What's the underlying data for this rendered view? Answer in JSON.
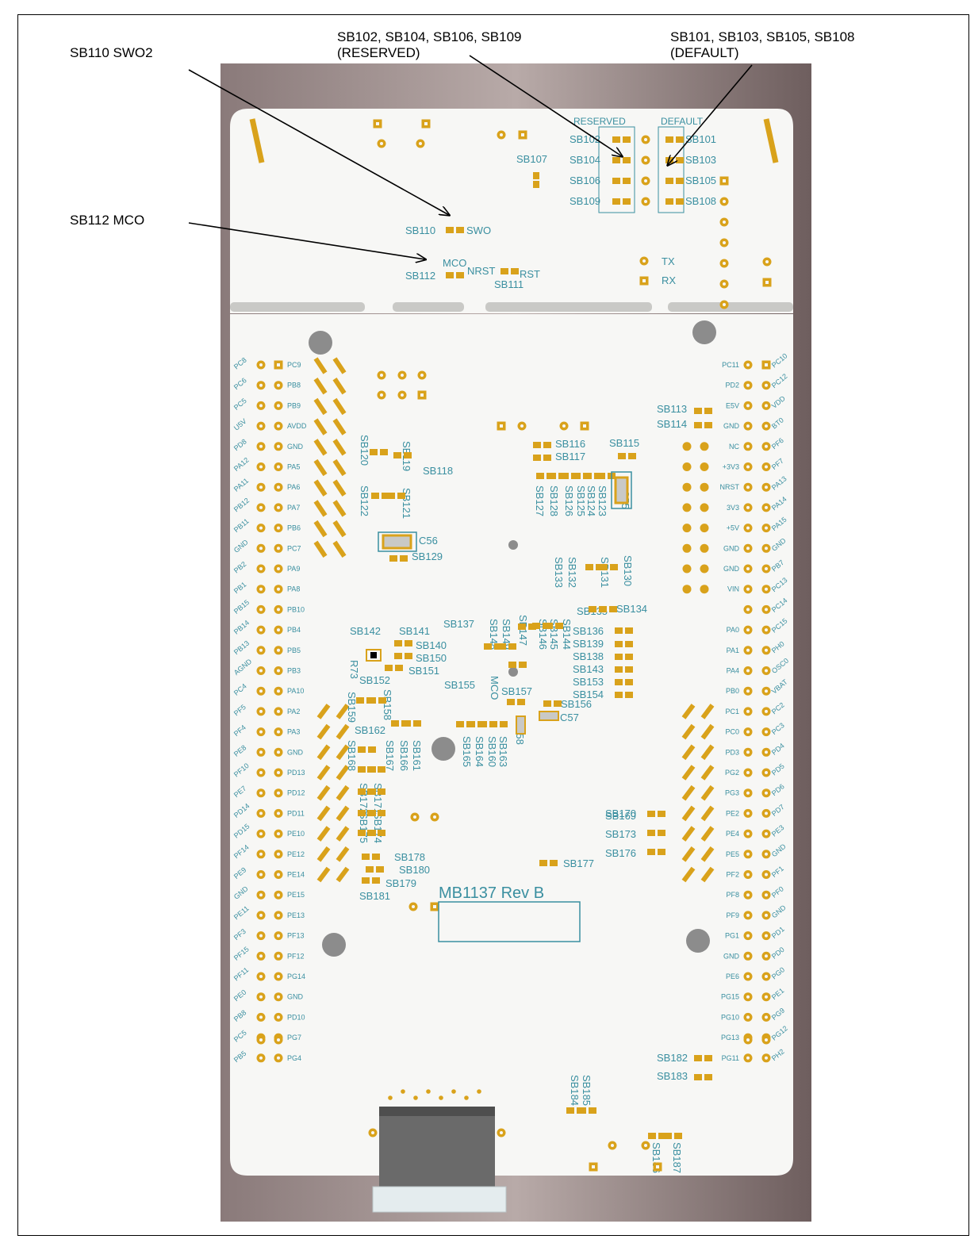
{
  "callouts": {
    "swo2": "SB110 SWO2",
    "mco": "SB112 MCO",
    "reserved_line1": "SB102, SB104, SB106, SB109",
    "reserved_line2": "(RESERVED)",
    "default_line1": "SB101, SB103, SB105, SB108",
    "default_line2": "(DEFAULT)"
  },
  "board": {
    "model_label": "MB1137 Rev B",
    "header_labels": {
      "reserved": "RESERVED",
      "default": "DEFAULT"
    },
    "reserved_sb": [
      "SB102",
      "SB104",
      "SB106",
      "SB109"
    ],
    "default_sb": [
      "SB101",
      "SB103",
      "SB105",
      "SB108"
    ],
    "top_labels": [
      "SB107",
      "SB110",
      "SWO",
      "MCO",
      "SB112",
      "NRST",
      "RST",
      "SB111",
      "TX",
      "RX"
    ],
    "left_outer_pins": [
      "PC8",
      "PC6",
      "PC5",
      "U5V",
      "PD8",
      "PA12",
      "PA11",
      "PB12",
      "PB11",
      "GND",
      "PB2",
      "PB1",
      "PB15",
      "PB14",
      "PB13",
      "AGND",
      "PC4",
      "PF5",
      "PF4",
      "PE8",
      "PF10",
      "PE7",
      "PD14",
      "PD15",
      "PF14",
      "PE9",
      "GND",
      "PE11",
      "PF3",
      "PF15",
      "PF11",
      "PE0",
      "PB8",
      "PC5",
      "PB5"
    ],
    "left_inner_pins": [
      "PC9",
      "PB8",
      "PB9",
      "AVDD",
      "GND",
      "PA5",
      "PA6",
      "PA7",
      "PB6",
      "PC7",
      "PA9",
      "PA8",
      "PB10",
      "PB4",
      "PB5",
      "PB3",
      "PA10",
      "PA2",
      "PA3",
      "GND",
      "PD13",
      "PD12",
      "PD11",
      "PE10",
      "PE12",
      "PE14",
      "PE15",
      "PE13",
      "PF13",
      "PF12",
      "PG14",
      "GND",
      "PD10",
      "PG7",
      "PG4"
    ],
    "right_inner_pins": [
      "PC11",
      "PD2",
      "E5V",
      "GND",
      "NC",
      "+3V3",
      "NRST",
      "3V3",
      "+5V",
      "GND",
      "GND",
      "VIN",
      "",
      "PA0",
      "PA1",
      "PA4",
      "PB0",
      "PC1",
      "PC0",
      "PD3",
      "PG2",
      "PG3",
      "PE2",
      "PE4",
      "PE5",
      "PF2",
      "PF8",
      "PF9",
      "PG1",
      "GND",
      "PE6",
      "PG15",
      "PG10",
      "PG13",
      "PG11"
    ],
    "right_outer_pins": [
      "PC10",
      "PC12",
      "VDD",
      "BT0",
      "PF6",
      "PF7",
      "PA13",
      "PA14",
      "PA15",
      "GND",
      "PB7",
      "PC13",
      "PC14",
      "PC15",
      "PH0",
      "OSC0",
      "VBAT",
      "PC2",
      "PC3",
      "PD4",
      "PD5",
      "PD6",
      "PD7",
      "PE3",
      "GND",
      "PF1",
      "PF0",
      "GND",
      "PD1",
      "PD0",
      "PG0",
      "PE1",
      "PG9",
      "PG12",
      "PH2",
      "PG9"
    ],
    "sb_labels": [
      "SB113",
      "SB114",
      "SB115",
      "SB116",
      "SB117",
      "SB118",
      "SB119",
      "SB120",
      "SB121",
      "SB122",
      "C55",
      "C56",
      "SB123",
      "SB124",
      "SB125",
      "SB126",
      "SB127",
      "SB128",
      "SB129",
      "SB130",
      "SB131",
      "SB132",
      "SB133",
      "SB134",
      "SB135",
      "SB136",
      "SB137",
      "SB138",
      "SB139",
      "SB140",
      "SB141",
      "SB142",
      "SB143",
      "SB144",
      "SB145",
      "SB146",
      "SB147",
      "SB148",
      "SB149",
      "SB150",
      "SB151",
      "SB152",
      "SB153",
      "SB154",
      "SB155",
      "SB156",
      "SB157",
      "C57",
      "C58",
      "R73",
      "MCO",
      "SB158",
      "SB159",
      "SB160",
      "SB161",
      "SB162",
      "SB163",
      "SB164",
      "SB165",
      "SB166",
      "SB167",
      "SB168",
      "SB169",
      "SB170",
      "SB171",
      "SB172",
      "SB173",
      "SB174",
      "SB175",
      "SB176",
      "SB177",
      "SB178",
      "SB179",
      "SB180",
      "SB181",
      "SB182",
      "SB183",
      "SB184",
      "SB185",
      "SB186",
      "SB187"
    ]
  }
}
